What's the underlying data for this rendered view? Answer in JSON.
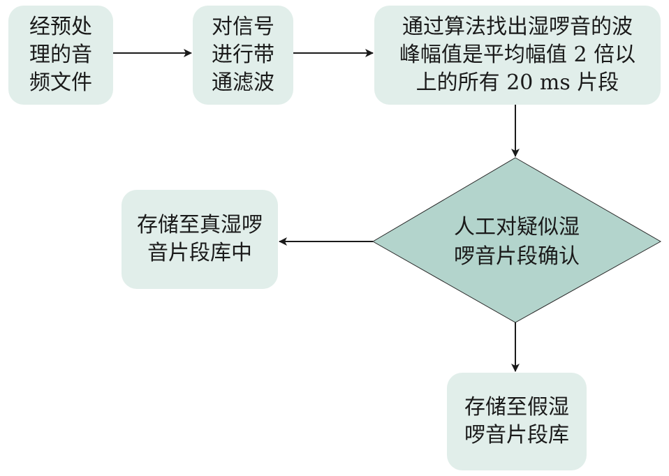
{
  "diagram": {
    "nodes": {
      "input": "经预处\n理的音\n频文件",
      "filter": "对信号\n进行带\n通滤波",
      "detect": "通过算法找出湿啰音的波\n峰幅值是平均幅值 2 倍以\n上的所有 20 ms 片段",
      "decision": "人工对疑似湿\n啰音片段确认",
      "store_true": "存储至真湿啰\n音片段库中",
      "store_false": "存储至假湿\n啰音片段库"
    },
    "colors": {
      "box_fill": "#e1eeea",
      "diamond_fill": "#b3d4cc",
      "arrow": "#1a1a1a"
    }
  }
}
